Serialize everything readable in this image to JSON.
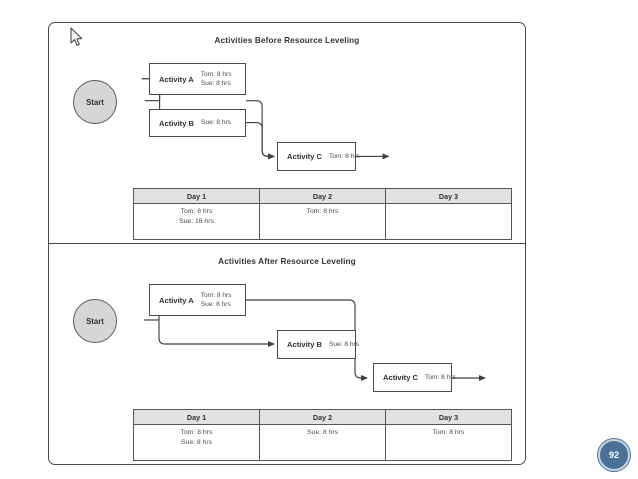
{
  "slide": {
    "page_number": "92",
    "sections": [
      {
        "id": "before",
        "title": "Activities Before Resource Leveling",
        "start_label": "Start",
        "nodes": [
          {
            "name": "Activity A",
            "resources": [
              "Tom: 8 hrs",
              "Sue: 8 hrs"
            ]
          },
          {
            "name": "Activity B",
            "resources": [
              "Sue: 8 hrs"
            ]
          },
          {
            "name": "Activity C",
            "resources": [
              "Tom: 8 hrs"
            ]
          }
        ],
        "table": {
          "headers": [
            "Day 1",
            "Day 2",
            "Day 3"
          ],
          "rows": [
            [
              "Tom: 8 hrs\nSue: 16 hrs",
              "Tom: 8 hrs",
              ""
            ]
          ]
        }
      },
      {
        "id": "after",
        "title": "Activities After Resource Leveling",
        "start_label": "Start",
        "nodes": [
          {
            "name": "Activity A",
            "resources": [
              "Tom: 8 hrs",
              "Sue: 8 hrs"
            ]
          },
          {
            "name": "Activity B",
            "resources": [
              "Sue: 8 hrs"
            ]
          },
          {
            "name": "Activity C",
            "resources": [
              "Tom: 8 hrs"
            ]
          }
        ],
        "table": {
          "headers": [
            "Day 1",
            "Day 2",
            "Day 3"
          ],
          "rows": [
            [
              "Tom: 8 hrs\nSue: 8 hrs",
              "Sue: 8 hrs",
              "Tom: 8 hrs"
            ]
          ]
        }
      }
    ]
  },
  "colors": {
    "badge": "#4a7296",
    "node_border": "#4d4d4d",
    "start_fill": "#d6d6d6",
    "table_header": "#e2e2e2",
    "connector": "#3f3f3f"
  },
  "cursor": {
    "icon": "arrow-pointer"
  }
}
